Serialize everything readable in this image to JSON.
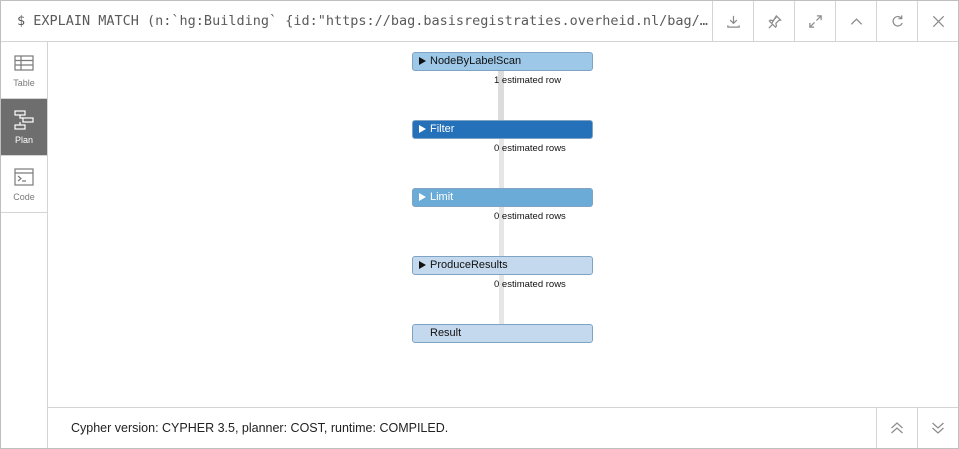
{
  "query": "$ EXPLAIN MATCH (n:`hg:Building` {id:\"https://bag.basisregistraties.overheid.nl/bag/id/…",
  "toolbar_icons": [
    "download-icon",
    "pin-icon",
    "expand-icon",
    "chevron-up-icon",
    "refresh-icon",
    "close-icon"
  ],
  "sidebar": {
    "items": [
      {
        "label": "Table",
        "icon": "table-icon",
        "active": false
      },
      {
        "label": "Plan",
        "icon": "plan-icon",
        "active": true
      },
      {
        "label": "Code",
        "icon": "code-icon",
        "active": false
      }
    ]
  },
  "plan": {
    "operators": [
      {
        "name": "NodeByLabelScan",
        "rows": "1 estimated row",
        "color": "#9dc8e8",
        "expandable": true
      },
      {
        "name": "Filter",
        "rows": "0 estimated rows",
        "color": "#2471b9",
        "expandable": true
      },
      {
        "name": "Limit",
        "rows": "0 estimated rows",
        "color": "#6aabd7",
        "expandable": true
      },
      {
        "name": "ProduceResults",
        "rows": "0 estimated rows",
        "color": "#c5d9ee",
        "expandable": true
      },
      {
        "name": "Result",
        "rows": "",
        "color": "#c5d9ee",
        "expandable": false
      }
    ]
  },
  "footer": {
    "summary": "Cypher version: CYPHER 3.5, planner: COST, runtime: COMPILED."
  }
}
